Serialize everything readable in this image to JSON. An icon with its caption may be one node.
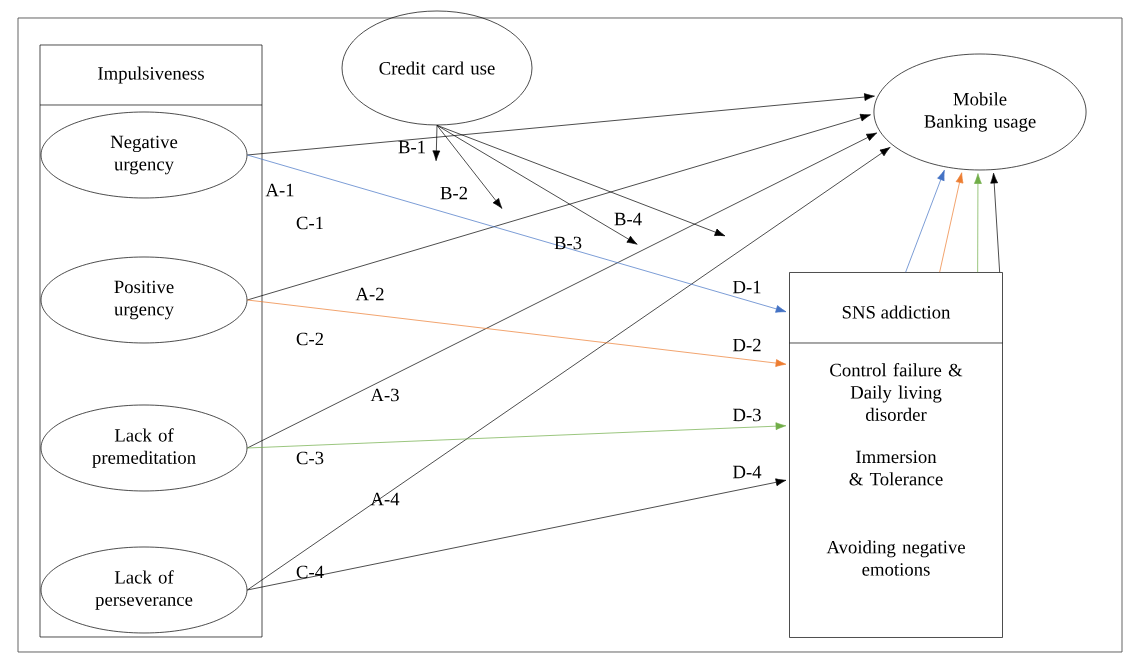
{
  "diagram": {
    "nodes": [
      {
        "text": [
          "Impulsiveness"
        ]
      },
      {
        "text": [
          "Negative urgency"
        ],
        "in": 0
      },
      {
        "text": [
          "Positive urgency"
        ],
        "in": 0
      },
      {
        "text": [
          "Lack of premeditation"
        ],
        "in": 0
      },
      {
        "text": [
          "Lack of perseverance"
        ],
        "in": 0
      },
      {
        "text": [
          "Credit card use"
        ]
      },
      {
        "text": [
          "Mobile Banking usage"
        ]
      },
      {
        "text": [
          "SNS addiction",
          "Control failure & Daily living disorder",
          "Immersion & Tolerance",
          "Avoiding negative emotions"
        ]
      }
    ],
    "edges": [
      {
        "from": 1,
        "to": 6,
        "arrow": "to",
        "label": "A-1"
      },
      {
        "from": 2,
        "to": 6,
        "arrow": "to",
        "label": "A-2"
      },
      {
        "from": 3,
        "to": 6,
        "arrow": "to",
        "label": "A-3"
      },
      {
        "from": 4,
        "to": 6,
        "arrow": "to",
        "label": "A-4"
      },
      {
        "from": 5,
        "to": null,
        "arrow": "to",
        "label": "B-1"
      },
      {
        "from": 5,
        "to": null,
        "arrow": "to",
        "label": "B-2"
      },
      {
        "from": 5,
        "to": null,
        "arrow": "to",
        "label": "B-3"
      },
      {
        "from": 5,
        "to": null,
        "arrow": "to",
        "label": "B-4"
      },
      {
        "from": 1,
        "to": 7,
        "arrow": "to",
        "label": "C-1",
        "color": "#4472c4"
      },
      {
        "from": 2,
        "to": 7,
        "arrow": "to",
        "label": "C-2",
        "color": "#ed7d31"
      },
      {
        "from": 3,
        "to": 7,
        "arrow": "to",
        "label": "C-3",
        "color": "#70ad47"
      },
      {
        "from": 4,
        "to": 7,
        "arrow": "to",
        "label": "C-4"
      },
      {
        "from": 7,
        "to": 6,
        "arrow": "to",
        "color": "#4472c4"
      },
      {
        "from": 7,
        "to": 6,
        "arrow": "to",
        "color": "#ed7d31"
      },
      {
        "from": 7,
        "to": 6,
        "arrow": "to",
        "color": "#70ad47"
      },
      {
        "from": 7,
        "to": 6,
        "arrow": "to"
      }
    ],
    "labels": [
      "D-1",
      "D-2",
      "D-3",
      "D-4"
    ]
  }
}
